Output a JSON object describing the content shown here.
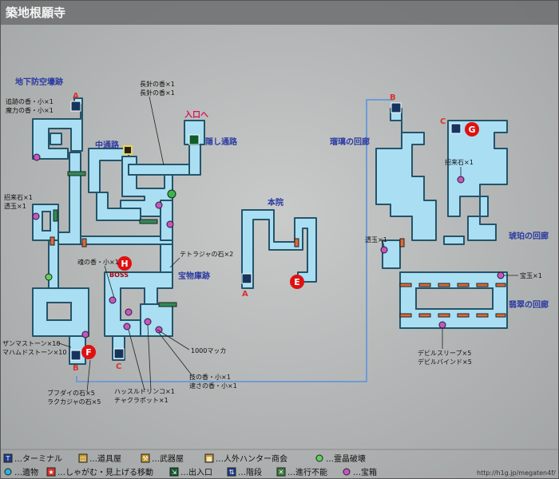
{
  "title": "築地根願寺",
  "areas": {
    "bunker": "地下防空壕跡",
    "mid_passage": "中通路",
    "hidden_passage": "隠し通路",
    "main_hall": "本院",
    "treasury": "宝物庫跡",
    "ruri": "瑠璃の回廊",
    "kohaku": "琥珀の回廊",
    "hisui": "翡翠の回廊"
  },
  "markers": {
    "A": "A",
    "B": "B",
    "C": "C",
    "E": "E",
    "F": "F",
    "G": "G",
    "H": "H"
  },
  "exit_label": "入口へ",
  "boss_label": "BOSS",
  "items": {
    "i1": "追跡の香・小×1",
    "i2": "魔力の香・小×1",
    "i3": "長針の香×1",
    "i4": "長針の香×1",
    "i5": "招来石×1",
    "i6": "透玉×1",
    "i7": "テトラジャの石×2",
    "i8": "魂の香・小×1",
    "i9": "ザンマストーン×10",
    "i10": "マハムドストーン×10",
    "i11": "ブフダイの石×5",
    "i12": "ラクカジャの石×5",
    "i13": "ハッスルドリンコ×1",
    "i14": "チャクラポット×1",
    "i15": "1000マッカ",
    "i16": "技の香・小×1",
    "i17": "速さの香・小×1",
    "i18": "招来石×1",
    "i19": "透玉×1",
    "i20": "宝玉×1",
    "i21": "デビルスリープ×5",
    "i22": "デビルバインド×5"
  },
  "legend": {
    "row1": [
      {
        "icon": "terminal-icon",
        "glyph": "T",
        "label": "…ターミナル"
      },
      {
        "icon": "item-shop-icon",
        "glyph": "◫",
        "label": "…道具屋"
      },
      {
        "icon": "weapon-shop-icon",
        "glyph": "⚒",
        "label": "…武器屋"
      },
      {
        "icon": "hunter-shop-icon",
        "glyph": "▦",
        "label": "…人外ハンター商会"
      },
      {
        "icon": "crystal-icon",
        "glyph": "●",
        "label": "…霊晶破壊"
      }
    ],
    "row2": [
      {
        "icon": "relic-icon",
        "glyph": "●",
        "label": "…遺物"
      },
      {
        "icon": "star-icon",
        "glyph": "★",
        "label": "…しゃがむ・見上げる移動"
      },
      {
        "icon": "entrance-icon",
        "glyph": "⇲",
        "label": "…出入口"
      },
      {
        "icon": "stairs-icon",
        "glyph": "⇅",
        "label": "…階段"
      },
      {
        "icon": "blocked-icon",
        "glyph": "✕",
        "label": "…進行不能"
      },
      {
        "icon": "chest-icon",
        "glyph": "●",
        "label": "…宝箱"
      }
    ]
  },
  "url": "http://h1g.jp/megaten4f/",
  "colors": {
    "room_fill": "#a9def3",
    "room_stroke": "#24546a",
    "chest": "#c853c8",
    "marker": "#e01010",
    "link_line": "#6e9bd6"
  }
}
